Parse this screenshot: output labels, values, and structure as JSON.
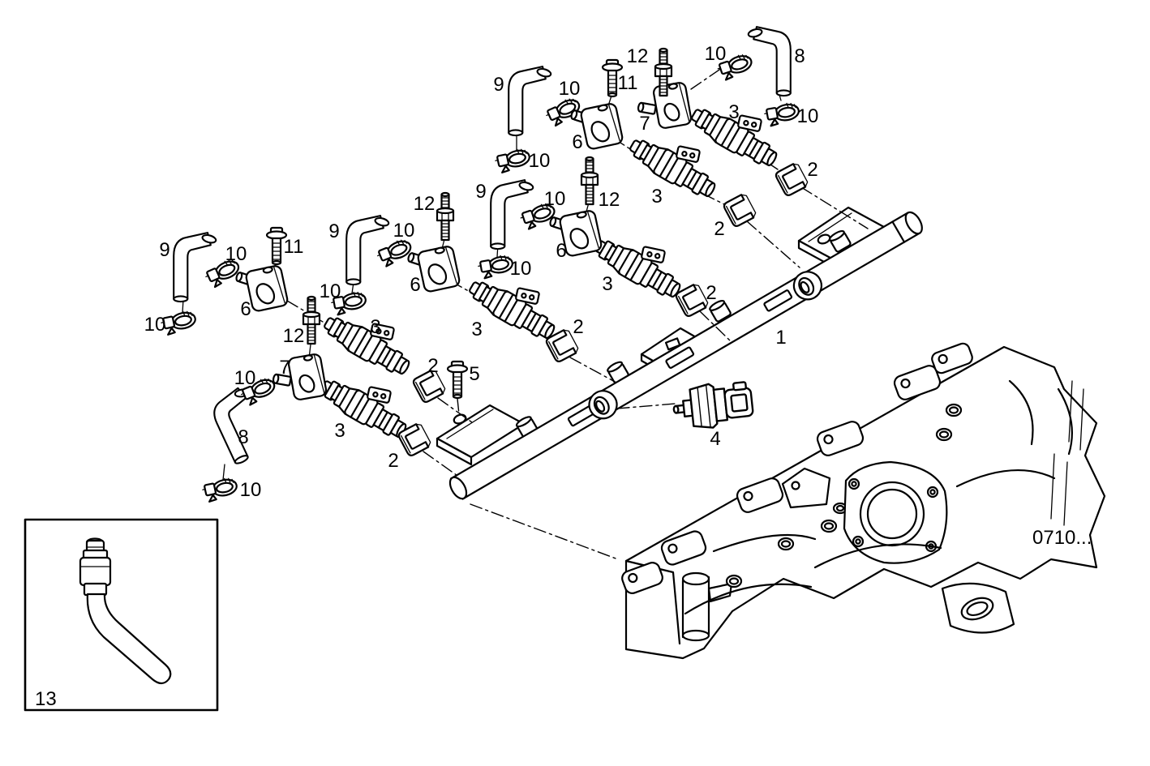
{
  "figure": {
    "description": "Exploded line-art parts diagram: fuel rail with six injectors, hoses, clamps, brackets and sensor above an intake manifold",
    "background": "#ffffff",
    "line_color": "#000000"
  },
  "callouts": [
    {
      "text": "9",
      "part": "elbow-hose"
    },
    {
      "text": "10",
      "part": "hose-clamp"
    },
    {
      "text": "12",
      "part": "stud"
    },
    {
      "text": "11",
      "part": "bolt"
    },
    {
      "text": "10",
      "part": "hose-clamp"
    },
    {
      "text": "8",
      "part": "elbow-hose"
    },
    {
      "text": "7",
      "part": "mounting-bracket"
    },
    {
      "text": "6",
      "part": "mounting-bracket"
    },
    {
      "text": "3",
      "part": "injector"
    },
    {
      "text": "10",
      "part": "hose-clamp"
    },
    {
      "text": "10",
      "part": "hose-clamp"
    },
    {
      "text": "2",
      "part": "retaining-clip"
    },
    {
      "text": "9",
      "part": "elbow-hose"
    },
    {
      "text": "10",
      "part": "hose-clamp"
    },
    {
      "text": "12",
      "part": "stud"
    },
    {
      "text": "6",
      "part": "mounting-bracket"
    },
    {
      "text": "10",
      "part": "hose-clamp"
    },
    {
      "text": "3",
      "part": "injector"
    },
    {
      "text": "2",
      "part": "retaining-clip"
    },
    {
      "text": "2",
      "part": "retaining-clip"
    },
    {
      "text": "9",
      "part": "elbow-hose"
    },
    {
      "text": "10",
      "part": "hose-clamp"
    },
    {
      "text": "12",
      "part": "stud"
    },
    {
      "text": "6",
      "part": "mounting-bracket"
    },
    {
      "text": "10",
      "part": "hose-clamp"
    },
    {
      "text": "3",
      "part": "injector"
    },
    {
      "text": "9",
      "part": "elbow-hose"
    },
    {
      "text": "10",
      "part": "hose-clamp"
    },
    {
      "text": "11",
      "part": "bolt"
    },
    {
      "text": "6",
      "part": "mounting-bracket"
    },
    {
      "text": "10",
      "part": "hose-clamp"
    },
    {
      "text": "12",
      "part": "stud"
    },
    {
      "text": "7",
      "part": "mounting-bracket"
    },
    {
      "text": "10",
      "part": "hose-clamp"
    },
    {
      "text": "2",
      "part": "retaining-clip"
    },
    {
      "text": "2",
      "part": "retaining-clip"
    },
    {
      "text": "5",
      "part": "bolt"
    },
    {
      "text": "8",
      "part": "elbow-hose"
    },
    {
      "text": "3",
      "part": "injector"
    },
    {
      "text": "2",
      "part": "retaining-clip"
    },
    {
      "text": "10",
      "part": "hose-clamp"
    },
    {
      "text": "1",
      "part": "fuel-rail"
    },
    {
      "text": "4",
      "part": "sensor"
    },
    {
      "text": "3",
      "part": "injector"
    },
    {
      "text": "3",
      "part": "injector"
    },
    {
      "text": "0710...",
      "part": "reference-note"
    },
    {
      "text": "13",
      "part": "inset-part"
    }
  ]
}
